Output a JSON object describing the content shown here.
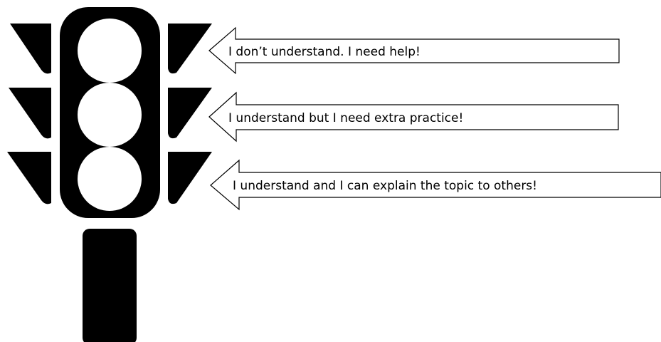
{
  "colors": {
    "light_body": "#000000",
    "lamp": "#ffffff",
    "arrow_fill": "#ffffff",
    "arrow_stroke": "#000000",
    "text": "#000000"
  },
  "traffic_light": {
    "lamps": [
      {
        "icon": "white-circle-lamp-icon"
      },
      {
        "icon": "white-circle-lamp-icon"
      },
      {
        "icon": "white-circle-lamp-icon"
      }
    ]
  },
  "arrows": [
    {
      "label": "I don’t understand. I need help!"
    },
    {
      "label": "I understand but I need extra practice!"
    },
    {
      "label": "I understand and I can explain the topic to others!"
    }
  ]
}
